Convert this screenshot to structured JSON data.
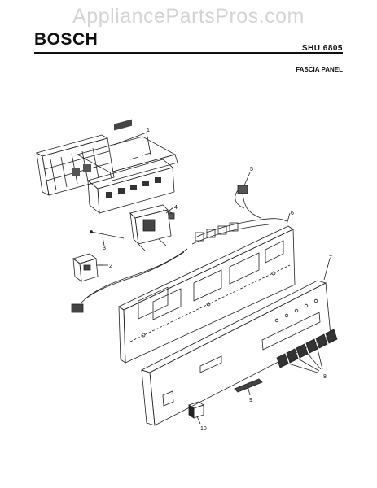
{
  "watermark": "AppliancePartsPros.com",
  "header": {
    "brand": "BOSCH",
    "model": "SHU 6805",
    "section": "FASCIA PANEL"
  },
  "callouts": [
    "1",
    "2",
    "3",
    "4",
    "5",
    "6",
    "7",
    "8",
    "9",
    "10"
  ]
}
